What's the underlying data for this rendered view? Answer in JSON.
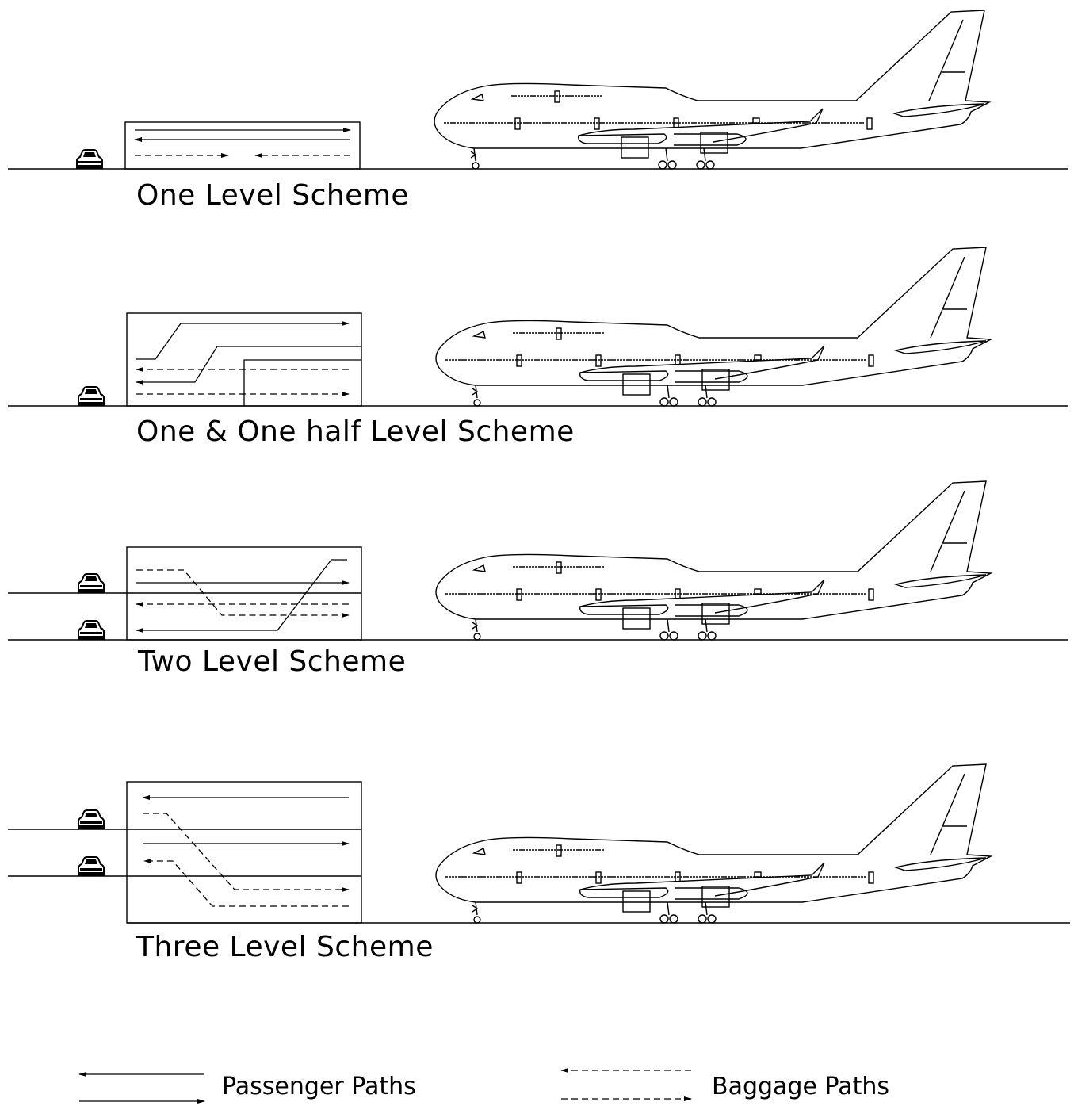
{
  "schemes": [
    {
      "caption": "One Level Scheme"
    },
    {
      "caption": "One & One half Level Scheme"
    },
    {
      "caption": "Two Level Scheme"
    },
    {
      "caption": "Three Level Scheme"
    }
  ],
  "legend": {
    "passenger": "Passenger Paths",
    "baggage": "Baggage Paths"
  },
  "colors": {
    "ink": "#000000",
    "paper": "#ffffff"
  }
}
